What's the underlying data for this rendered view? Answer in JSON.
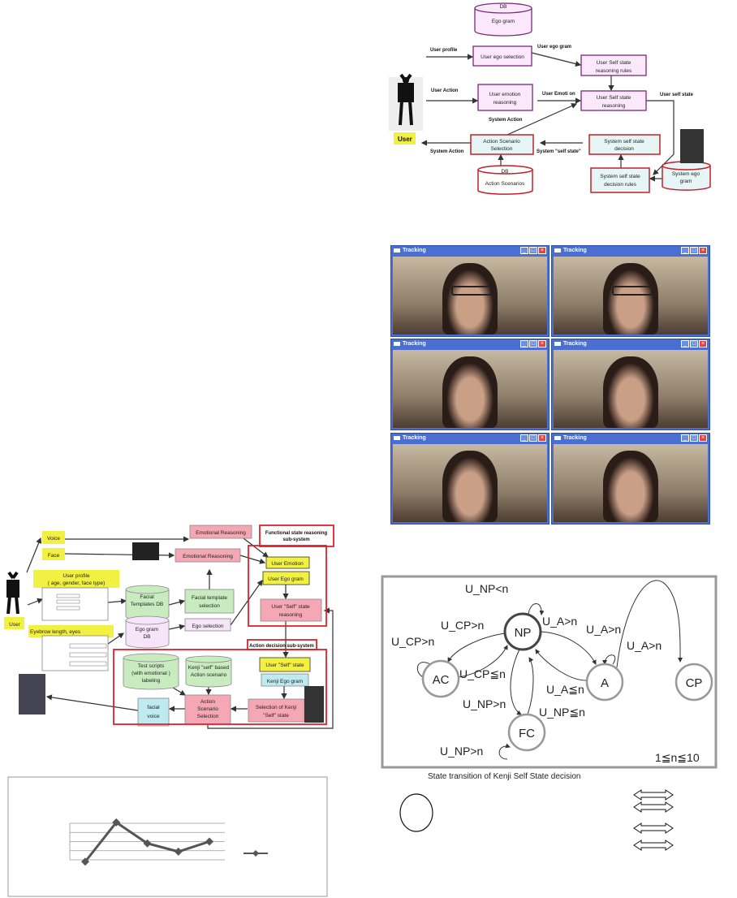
{
  "system_flow": {
    "db_ego_gram": [
      "DB",
      "Ego gram"
    ],
    "user_ego_selection": "User ego selection",
    "user_self_state_rules": [
      "User Self state",
      "reasoning rules"
    ],
    "user_emotion_reasoning": [
      "User emotion",
      "reasoning"
    ],
    "user_self_state_reasoning": [
      "User Self state",
      "reasoning"
    ],
    "action_scenario_selection": [
      "Action Scenario",
      "Selection"
    ],
    "system_self_state_decision": [
      "System self state",
      "decision"
    ],
    "system_self_state_rules": [
      "System self state",
      "decision rules"
    ],
    "db_action_scenarios": [
      "DB",
      "Action Scenarios"
    ],
    "system_ego_gram": [
      "System ego",
      "gram"
    ],
    "user_label": "User",
    "edges": {
      "user_profile": "User profile",
      "user_ego_gram": "User ego gram",
      "user_action": "User Action",
      "user_emotion": "User Emoti on",
      "user_self_state": "User self state",
      "system_action_up": "System Action",
      "system_action_out": "System Action",
      "system_self_state": "System \"self state\""
    }
  },
  "architecture": {
    "voice": "Voice",
    "face": "Face",
    "emotional_reasoning_1": "Emotional Reasoning",
    "emotional_reasoning_2": "Emotional  Reasoning",
    "functional_title": [
      "Functional state reasoning",
      "sub-system"
    ],
    "user_emotion": "User Emotion",
    "user_ego_gram": "User Ego gram",
    "user_self_reasoning": [
      "User \"Self\" state",
      "reasoning"
    ],
    "user_profile": [
      "User profile",
      "( age, gender, face type)"
    ],
    "facial_templates_db": [
      "Facial",
      "Templates DB"
    ],
    "ego_gram_db": [
      "Ego gram",
      "DB"
    ],
    "facial_template_selection": [
      "Facial template",
      "selection"
    ],
    "ego_selection": "Ego  selection",
    "user_label": "User",
    "eyebrow": "Eyebrow length, eyes",
    "action_title": "Action decision sub-system",
    "test_scripts": [
      "Test scripts",
      "(with emotional )",
      "labeling"
    ],
    "kenji_action": [
      "Kenji \"self\" based",
      "Action scenario"
    ],
    "user_self_state": "User \"Self\" state",
    "kenji_ego_gram": "Kenji Ego gram",
    "selection_kenji": [
      "Selection of Kenji",
      "\"Self\" state"
    ],
    "action_scenario_selection": [
      "Action",
      "Scenario",
      "Selection"
    ],
    "facial_voice": [
      "facial",
      "voice"
    ]
  },
  "tracking": {
    "windows": [
      {
        "title": "Tracking"
      },
      {
        "title": "Tracking"
      },
      {
        "title": "Tracking"
      },
      {
        "title": "Tracking"
      },
      {
        "title": "Tracking"
      },
      {
        "title": "Tracking"
      }
    ]
  },
  "state_diagram": {
    "nodes": [
      "NP",
      "AC",
      "A",
      "CP",
      "FC"
    ],
    "labels": {
      "np_self": "U_NP<n",
      "cp_to_ac": "U_CP>n",
      "ac_self": "U_CP>n",
      "np_to_a": "U_A>n",
      "a_self": "U_A>n",
      "a_to_cp": "U_A>n",
      "ac_to_np": "U_CP≦n",
      "a_to_np": "U_A≦n",
      "np_to_fc": "U_NP>n",
      "fc_to_np": "U_NP≦n",
      "fc_self": "U_NP>n"
    },
    "constraint": "1≦n≦10",
    "caption": "State transition  of Kenji Self State decision"
  },
  "chart_data": {
    "type": "line",
    "title": "",
    "xlabel": "",
    "ylabel": "",
    "x": [
      1,
      2,
      3,
      4,
      5
    ],
    "series": [
      {
        "name": "",
        "values": [
          -0.2,
          4.1,
          1.8,
          0.9,
          2.0
        ]
      }
    ],
    "ylim": [
      0,
      4
    ],
    "grid": true,
    "legend": "right",
    "color": "#555555"
  }
}
